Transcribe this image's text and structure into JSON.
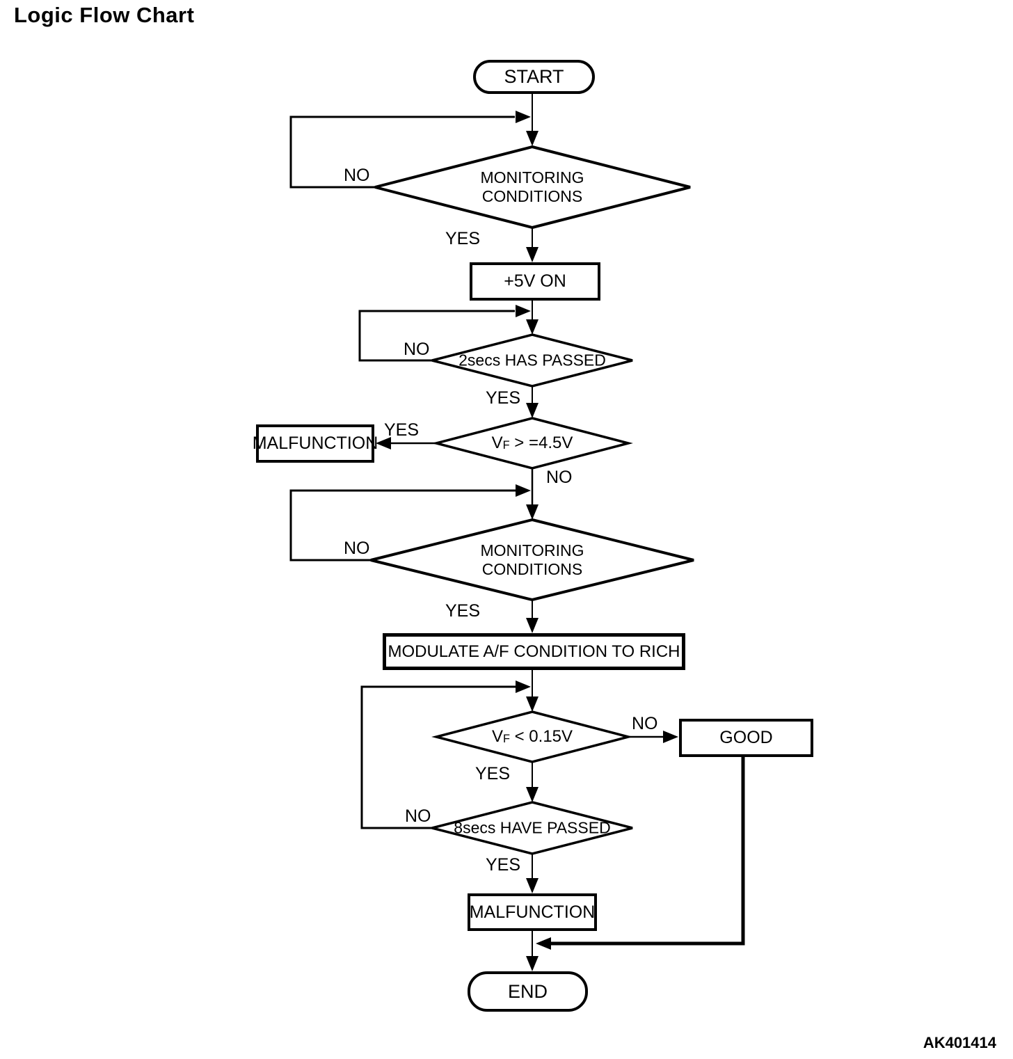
{
  "page": {
    "title": "Logic Flow Chart",
    "figure_code": "AK401414"
  },
  "flowchart": {
    "nodes": {
      "start": "START",
      "monitoring1_line1": "MONITORING",
      "monitoring1_line2": "CONDITIONS",
      "v5on": "+5V ON",
      "sec2": "2secs HAS PASSED",
      "vf_high_pre": "V",
      "vf_high_sub": "F",
      "vf_high_post": " > =4.5V",
      "malfunction1": "MALFUNCTION",
      "monitoring2_line1": "MONITORING",
      "monitoring2_line2": "CONDITIONS",
      "modulate": "MODULATE A/F CONDITION TO RICH",
      "vf_low_pre": "V",
      "vf_low_sub": "F",
      "vf_low_post": " < 0.15V",
      "good": "GOOD",
      "sec8": "8secs HAVE PASSED",
      "malfunction2": "MALFUNCTION",
      "end": "END"
    },
    "edge_labels": {
      "monitoring1_no": "NO",
      "monitoring1_yes": "YES",
      "sec2_no": "NO",
      "sec2_yes": "YES",
      "vf_high_yes": "YES",
      "vf_high_no": "NO",
      "monitoring2_no": "NO",
      "monitoring2_yes": "YES",
      "vf_low_no": "NO",
      "vf_low_yes": "YES",
      "sec8_no": "NO",
      "sec8_yes": "YES"
    },
    "colors": {
      "line": "#000000",
      "background": "#ffffff"
    }
  }
}
